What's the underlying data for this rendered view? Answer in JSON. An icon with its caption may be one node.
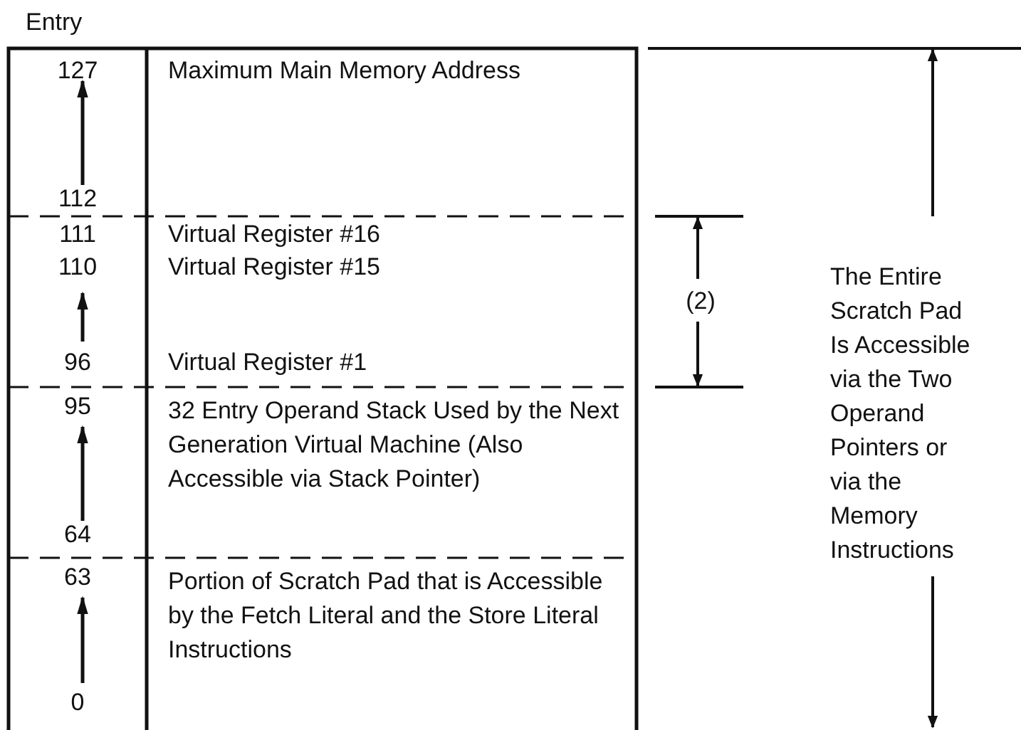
{
  "diagram": {
    "labels": [
      "Entry",
      "127",
      "Maximum Main Memory Address",
      "112",
      "111",
      "Virtual Register #16",
      "110",
      "Virtual Register #15",
      "96",
      "Virtual Register #1",
      "95",
      "32 Entry Operand Stack Used by the Next Generation Virtual Machine (Also Accessible via Stack Pointer)",
      "64",
      "63",
      "Portion of Scratch Pad that is Accessible by the Fetch Literal and the Store Literal Instructions",
      "0",
      "(2)",
      "The Entire Scratch Pad Is Accessible via the Two Operand Pointers or via the Memory Instructions"
    ]
  }
}
